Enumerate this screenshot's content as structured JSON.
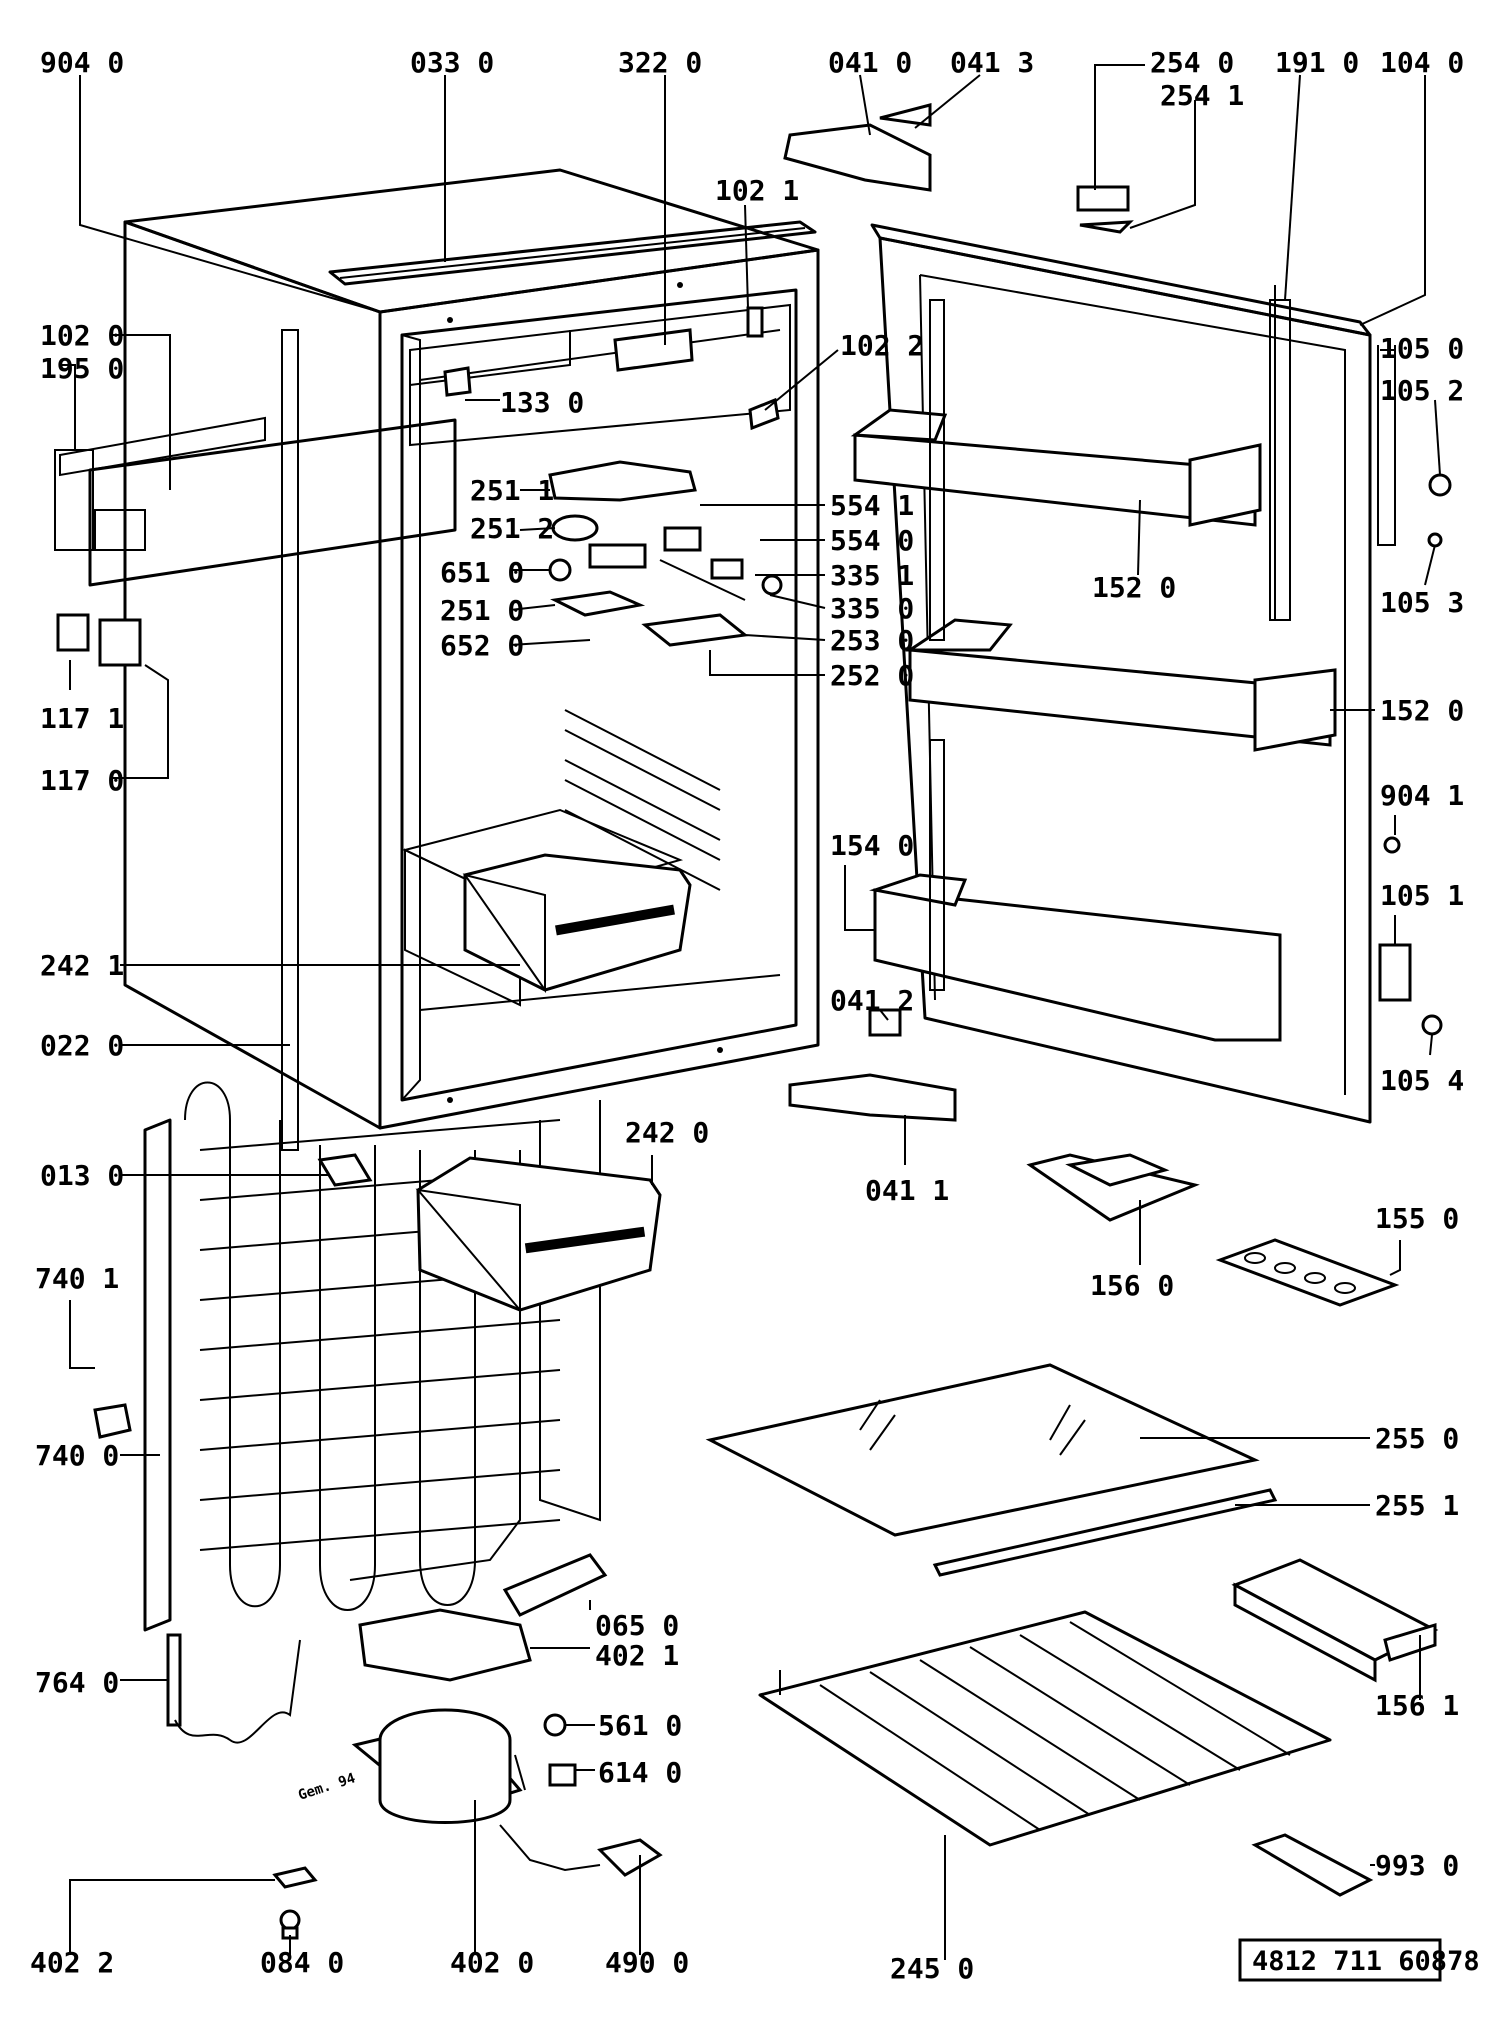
{
  "document_number": "4812 711 60878",
  "stamp": "Gem. 94",
  "labels": {
    "p904_0": "904 0",
    "p033_0": "033 0",
    "p322_0": "322 0",
    "p041_0": "041 0",
    "p041_3": "041 3",
    "p254_0": "254 0",
    "p254_1": "254 1",
    "p191_0": "191 0",
    "p104_0": "104 0",
    "p102_1": "102 1",
    "p102_0": "102 0",
    "p195_0": "195 0",
    "p102_2": "102 2",
    "p133_0": "133 0",
    "p105_0": "105 0",
    "p105_2": "105 2",
    "p105_3": "105 3",
    "p251_1": "251 1",
    "p251_2": "251 2",
    "p554_1": "554 1",
    "p554_0": "554 0",
    "p651_0": "651 0",
    "p335_1": "335 1",
    "p251_0": "251 0",
    "p335_0": "335 0",
    "p652_0": "652 0",
    "p253_0": "253 0",
    "p252_0": "252 0",
    "p152_0a": "152 0",
    "p152_0b": "152 0",
    "p117_1": "117 1",
    "p117_0": "117 0",
    "p904_1": "904 1",
    "p154_0": "154 0",
    "p105_1": "105 1",
    "p242_1": "242 1",
    "p041_2": "041 2",
    "p105_4": "105 4",
    "p022_0": "022 0",
    "p242_0": "242 0",
    "p041_1": "041 1",
    "p013_0": "013 0",
    "p155_0": "155 0",
    "p156_0": "156 0",
    "p740_1": "740 1",
    "p740_0": "740 0",
    "p255_0": "255 0",
    "p255_1": "255 1",
    "p065_0": "065 0",
    "p402_1": "402 1",
    "p764_0": "764 0",
    "p156_1": "156 1",
    "p561_0": "561 0",
    "p614_0": "614 0",
    "p993_0": "993 0",
    "p402_2": "402 2",
    "p084_0": "084 0",
    "p402_0": "402 0",
    "p490_0": "490 0",
    "p245_0": "245 0"
  }
}
